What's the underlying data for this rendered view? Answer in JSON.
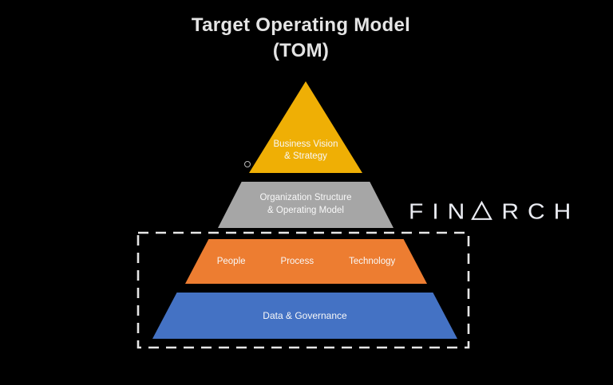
{
  "title": {
    "line1": "Target Operating Model",
    "line2": "(TOM)"
  },
  "pyramid": {
    "layers": [
      {
        "lines": [
          "Business Vision",
          "& Strategy"
        ],
        "color": "#EFAF05"
      },
      {
        "lines": [
          "Organization Structure",
          "& Operating Model"
        ],
        "color": "#A6A6A6"
      },
      {
        "labels": [
          "People",
          "Process",
          "Technology"
        ],
        "color": "#ED7D31"
      },
      {
        "lines": [
          "Data & Governance"
        ],
        "color": "#4472C4"
      }
    ]
  },
  "logo": {
    "brand": "FINARCH",
    "prefix": "FIN",
    "suffix": "RCH"
  },
  "colors": {
    "background": "#000000",
    "title_text": "#E4E4E4",
    "layer_text": "#F8F8F8",
    "dashed_box": "#E6E6E6",
    "logo_text": "#EAECF2",
    "circle_marker": "#B9B9B9"
  }
}
